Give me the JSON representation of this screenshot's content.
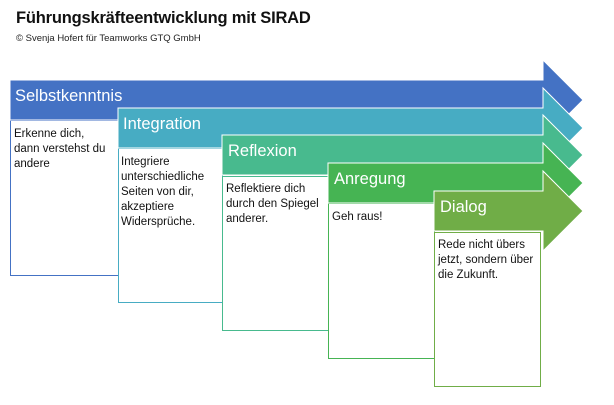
{
  "title": "Führungskräfteentwicklung mit SIRAD",
  "subtitle": "© Svenja Hofert für Teamworks GTQ GmbH",
  "stages": [
    {
      "label": "Selbstkenntnis",
      "desc": "Erkenne dich, dann verstehst du andere",
      "color": "#4472C4"
    },
    {
      "label": "Integration",
      "desc": "Integriere unterschiedliche Seiten von dir, akzeptiere Widersprüche.",
      "color": "#47ACC3"
    },
    {
      "label": "Reflexion",
      "desc": "Reflektiere dich durch den Spiegel anderer.",
      "color": "#48BA8E"
    },
    {
      "label": "Anregung",
      "desc": "Geh raus!",
      "color": "#46B453"
    },
    {
      "label": "Dialog",
      "desc": "Rede nicht übers jetzt, sondern über die Zukunft.",
      "color": "#70AD47"
    }
  ]
}
